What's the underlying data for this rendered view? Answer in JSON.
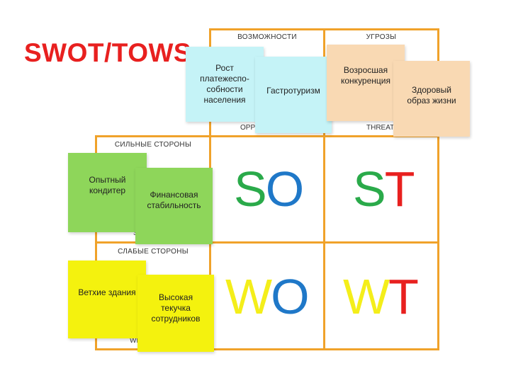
{
  "title": "SWOT/TOWS",
  "headers": {
    "opportunities": "ВОЗМОЖНОСТИ",
    "threats": "УГРОЗЫ",
    "strengths": "СИЛЬНЫЕ СТОРОНЫ",
    "weaknesses": "СЛАБЫЕ СТОРОНЫ"
  },
  "partial_labels": {
    "opportunities_en": "OPPO",
    "threats_en": "THREAT",
    "strengths_en": "S",
    "weaknesses_en": "WE"
  },
  "notes": {
    "opportunities": [
      "Рост платежеспо-собности населения",
      "Гастротуризм"
    ],
    "threats": [
      "Возросшая конкуренция",
      "Здоровый образ жизни"
    ],
    "strengths": [
      "Опытный кондитер",
      "Финансовая стабильность"
    ],
    "weaknesses": [
      "Ветхие здания",
      "Высокая текучка сотрудников"
    ]
  },
  "quadrants": {
    "so": {
      "first": "S",
      "second": "O"
    },
    "st": {
      "first": "S",
      "second": "T"
    },
    "wo": {
      "first": "W",
      "second": "O"
    },
    "wt": {
      "first": "W",
      "second": "T"
    }
  },
  "colors": {
    "grid": "#f0a22a",
    "title": "#e8201f",
    "S": "#2aaa4a",
    "O": "#1f78c8",
    "T": "#e8201f",
    "W": "#f4ee1a",
    "note_opportunities": "#c5f3f7",
    "note_threats": "#f9d9b3",
    "note_strengths": "#8ed65a",
    "note_weaknesses": "#f4f20e"
  }
}
